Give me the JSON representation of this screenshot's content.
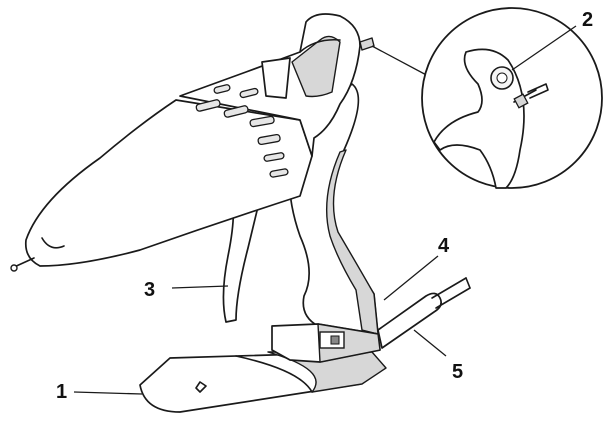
{
  "callouts": [
    {
      "id": "1",
      "label": "1"
    },
    {
      "id": "2",
      "label": "2"
    },
    {
      "id": "3",
      "label": "3"
    },
    {
      "id": "4",
      "label": "4"
    },
    {
      "id": "5",
      "label": "5"
    }
  ],
  "colors": {
    "line": "#1a1a1a",
    "shade": "#d7d7d7",
    "background": "#ffffff"
  }
}
